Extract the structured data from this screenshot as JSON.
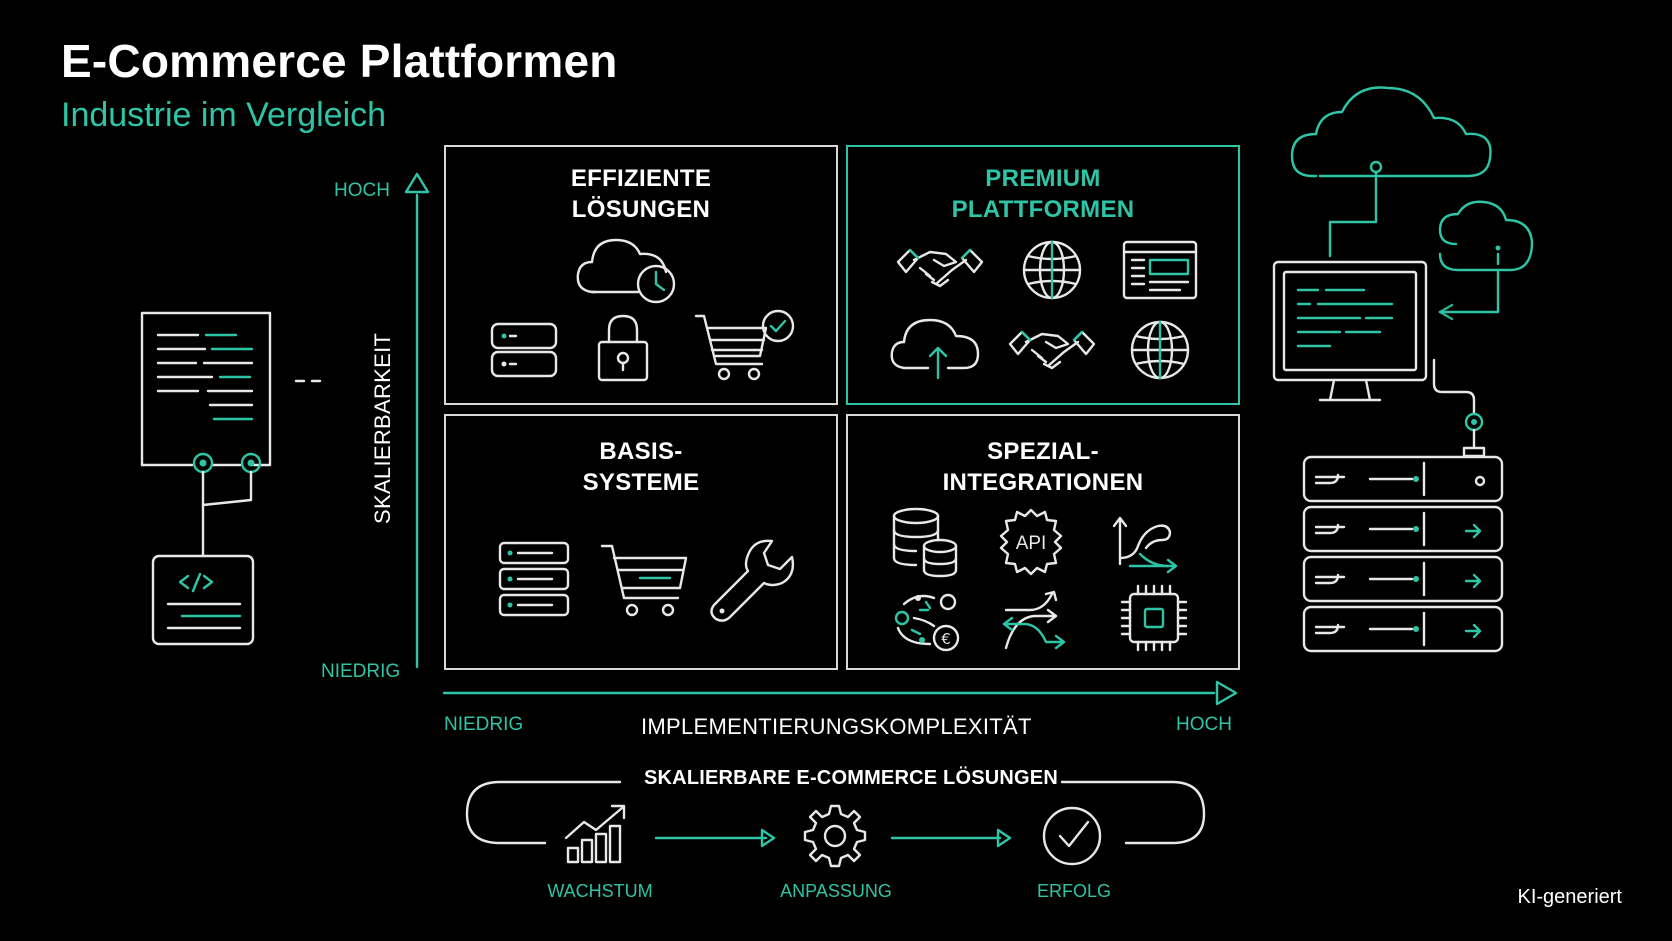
{
  "header": {
    "title": "E-Commerce Plattformen",
    "subtitle": "Industrie im Vergleich"
  },
  "y_axis": {
    "title": "SKALIERBARKEIT",
    "high": "HOCH",
    "low": "NIEDRIG"
  },
  "x_axis": {
    "title": "IMPLEMENTIERUNGSKOMPLEXITÄT",
    "low": "NIEDRIG",
    "high": "HOCH"
  },
  "quadrants": {
    "top_left": {
      "title_line1": "EFFIZIENTE",
      "title_line2": "LÖSUNGEN",
      "icons": [
        "cloud-clock-icon",
        "server-icon",
        "lock-icon",
        "cart-check-icon"
      ]
    },
    "top_right": {
      "title_line1": "PREMIUM",
      "title_line2": "PLATTFORMEN",
      "icons": [
        "handshake-icon",
        "globe-icon",
        "dashboard-window-icon",
        "cloud-upload-icon",
        "handshake-icon",
        "globe-icon"
      ]
    },
    "bottom_left": {
      "title_line1": "BASIS-",
      "title_line2": "SYSTEME",
      "icons": [
        "server-stack-icon",
        "cart-icon",
        "wrench-icon"
      ]
    },
    "bottom_right": {
      "title_line1": "SPEZIAL-",
      "title_line2": "INTEGRATIONEN",
      "icons": [
        "database-icon",
        "api-gear-icon",
        "flow-arrows-icon",
        "currency-network-icon",
        "shuffle-arrows-icon",
        "chip-icon"
      ]
    }
  },
  "process": {
    "title": "SKALIERBARE E-COMMERCE LÖSUNGEN",
    "steps": [
      {
        "label": "WACHSTUM",
        "icon": "growth-chart-icon"
      },
      {
        "label": "ANPASSUNG",
        "icon": "gear-icon"
      },
      {
        "label": "ERFOLG",
        "icon": "check-circle-icon"
      }
    ]
  },
  "api_label": "API",
  "watermark": "KI-generiert",
  "colors": {
    "accent": "#2ec4a6",
    "line": "#e8e8e8",
    "background": "#000000"
  }
}
